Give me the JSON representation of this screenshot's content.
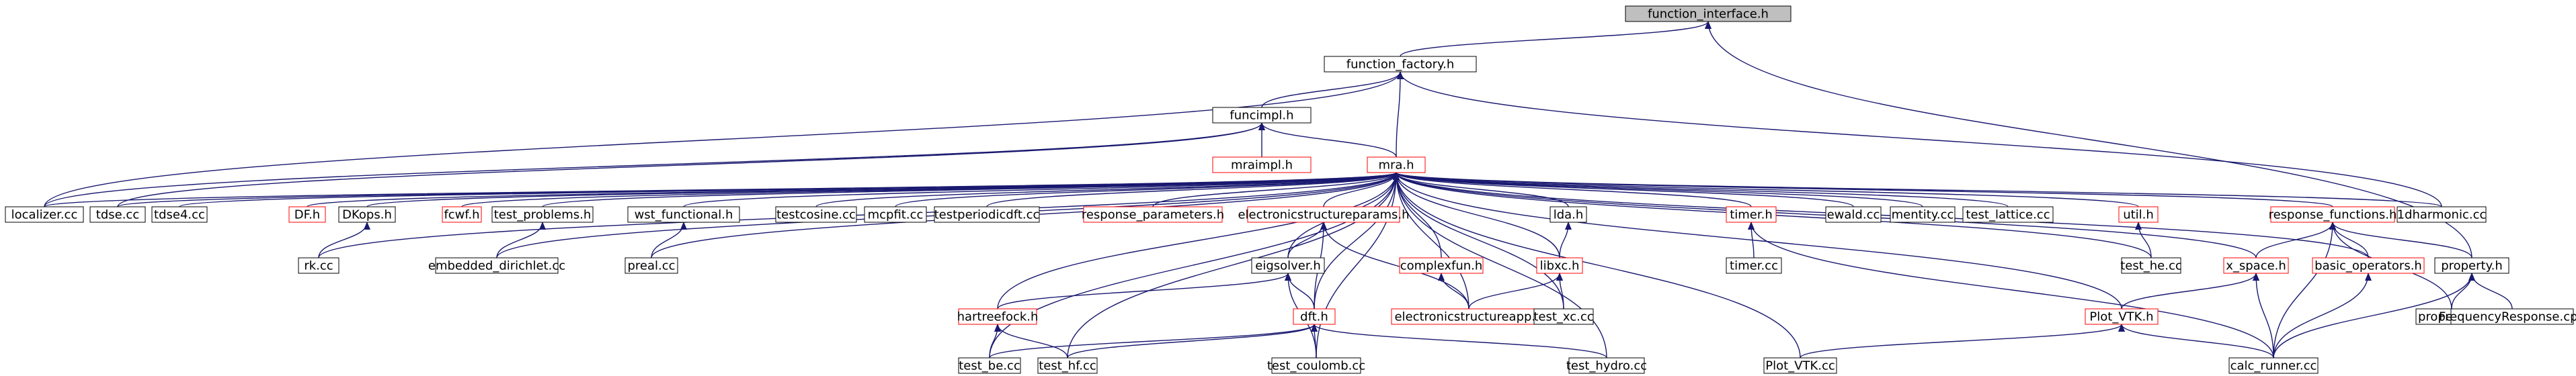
{
  "colors": {
    "edge": "#191970",
    "node_border_normal": "#000000",
    "node_border_red": "#ff0000",
    "node_fill": "#ffffff",
    "root_fill": "#bfbfbf",
    "text": "#000000"
  },
  "nodes": {
    "function_interface_h": "function_interface.h",
    "function_factory_h": "function_factory.h",
    "funcimpl_h": "funcimpl.h",
    "mraimpl_h": "mraimpl.h",
    "mra_h": "mra.h",
    "localizer_cc": "localizer.cc",
    "tdse_cc": "tdse.cc",
    "tdse4_cc": "tdse4.cc",
    "DF_h": "DF.h",
    "DKops_h": "DKops.h",
    "fcwf_h": "fcwf.h",
    "test_problems_h": "test_problems.h",
    "wst_functional_h": "wst_functional.h",
    "testcosine_cc": "testcosine.cc",
    "mcpfit_cc": "mcpfit.cc",
    "testperiodicdft_cc": "testperiodicdft.cc",
    "response_parameters_h": "response_parameters.h",
    "electronicstructureparams_h": "electronicstructureparams.h",
    "lda_h": "lda.h",
    "timer_h": "timer.h",
    "ewald_cc": "ewald.cc",
    "mentity_cc": "mentity.cc",
    "test_lattice_cc": "test_lattice.cc",
    "util_h": "util.h",
    "response_functions_h": "response_functions.h",
    "onedharmonic_cc": "1dharmonic.cc",
    "rk_cc": "rk.cc",
    "embedded_dirichlet_cc": "embedded_dirichlet.cc",
    "preal_cc": "preal.cc",
    "eigsolver_h": "eigsolver.h",
    "complexfun_h": "complexfun.h",
    "libxc_h": "libxc.h",
    "timer_cc": "timer.cc",
    "test_he_cc": "test_he.cc",
    "x_space_h": "x_space.h",
    "basic_operators_h": "basic_operators.h",
    "property_h": "property.h",
    "hartreefock_h": "hartreefock.h",
    "dft_h": "dft.h",
    "electronicstructureapp_h": "electronicstructureapp.h",
    "test_xc_cc": "test_xc.cc",
    "Plot_VTK_h": "Plot_VTK.h",
    "property_cc": "property.cc",
    "FrequencyResponse_cpp": "FrequencyResponse.cpp",
    "test_be_cc": "test_be.cc",
    "test_hf_cc": "test_hf.cc",
    "test_coulomb_cc": "test_coulomb.cc",
    "test_hydro_cc": "test_hydro.cc",
    "Plot_VTK_cc": "Plot_VTK.cc",
    "calc_runner_cc": "calc_runner.cc"
  }
}
